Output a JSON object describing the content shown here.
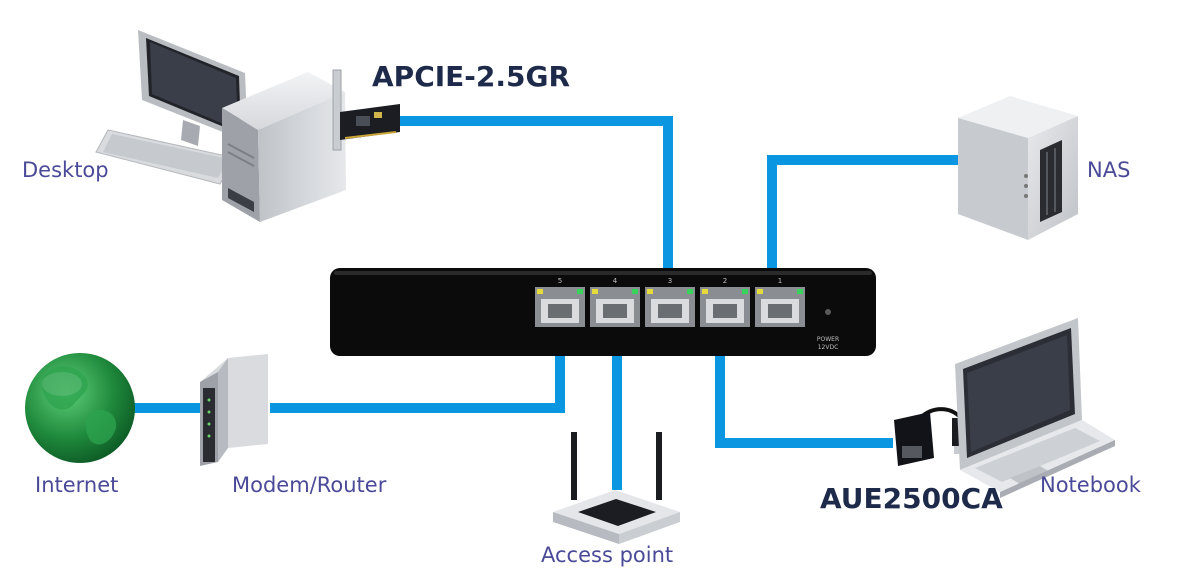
{
  "labels": {
    "desktop": "Desktop",
    "nas": "NAS",
    "internet": "Internet",
    "modem_router": "Modem/Router",
    "access_point": "Access point",
    "notebook": "Notebook"
  },
  "products": {
    "pcie_card": "APCIE-2.5GR",
    "usb_adapter": "AUE2500CA"
  },
  "switch": {
    "port_numbers": [
      "5",
      "4",
      "3",
      "2",
      "1"
    ],
    "power_label": "POWER",
    "power_spec": "12VDC"
  },
  "colors": {
    "cable": "#0a96e0",
    "switch_body": "#0b0b0b",
    "label_text": "#4a4a98",
    "product_text": "#1e2a4a",
    "globe": "#1f8a3c"
  }
}
